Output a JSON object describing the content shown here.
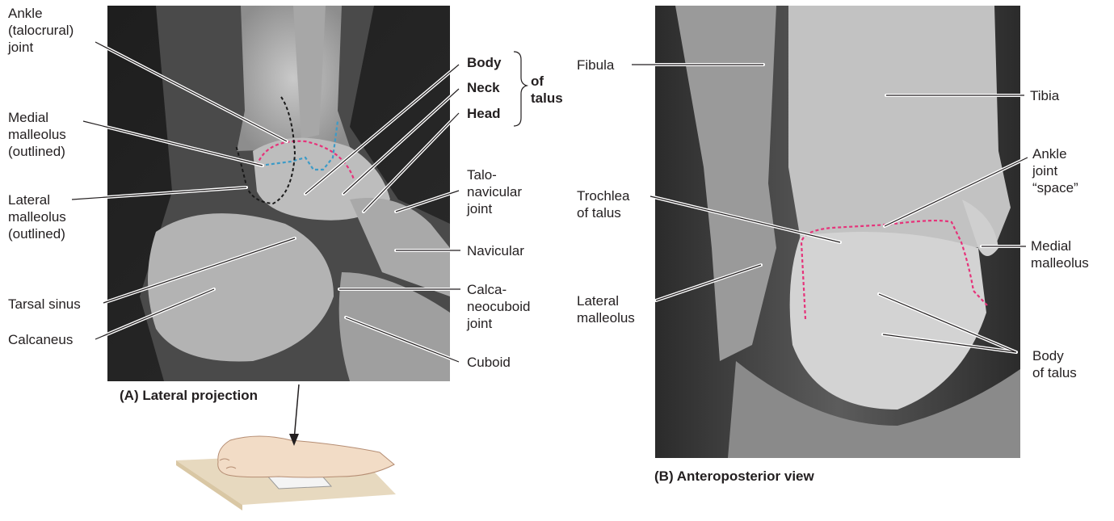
{
  "panel_a": {
    "caption": "(A) Lateral projection",
    "labels": {
      "ankle": "Ankle\n(talocrural)\njoint",
      "medial_malleolus": "Medial\nmalleolus\n(outlined)",
      "lateral_malleolus": "Lateral\nmalleolus\n(outlined)",
      "tarsal_sinus": "Tarsal sinus",
      "calcaneus": "Calcaneus",
      "body": "Body",
      "neck": "Neck",
      "head": "Head",
      "of_talus": "of\ntalus",
      "talonavicular": "Talo-\nnavicular\njoint",
      "navicular": "Navicular",
      "calcaneocuboid": "Calca-\nneocuboid\njoint",
      "cuboid": "Cuboid"
    }
  },
  "panel_b": {
    "caption": "(B) Anteroposterior view",
    "labels": {
      "fibula": "Fibula",
      "tibia": "Tibia",
      "ankle_space": "Ankle\njoint\n“space”",
      "trochlea": "Trochlea\nof talus",
      "medial_malleolus": "Medial\nmalleolus",
      "lateral_malleolus": "Lateral\nmalleolus",
      "body_of_talus": "Body\nof talus"
    }
  },
  "colors": {
    "outline_pink": "#e6337a",
    "outline_blue": "#3d9bc7",
    "outline_black": "#1a1a1a",
    "xray_dark": "#1b1b1b",
    "xray_bone": "#d8d8d8",
    "skin": "#f2dcc6",
    "table": "#e7d9bf"
  }
}
